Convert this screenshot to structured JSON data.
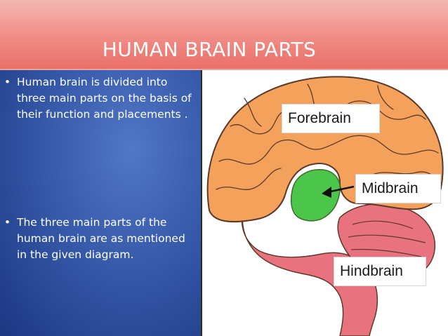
{
  "slide": {
    "title": "HUMAN BRAIN PARTS",
    "bullets": [
      "Human brain is divided into three main parts on the basis of their function and placements .",
      "The three main parts of the human brain are as mentioned in the given diagram."
    ],
    "bullet_glyph": "•"
  },
  "diagram": {
    "labels": {
      "forebrain": "Forebrain",
      "midbrain": "Midbrain",
      "hindbrain": "Hindbrain"
    },
    "colors": {
      "forebrain": "#f4a15c",
      "midbrain": "#4bc64a",
      "hindbrain": "#e8727d",
      "outline": "#5a3a2a"
    }
  }
}
